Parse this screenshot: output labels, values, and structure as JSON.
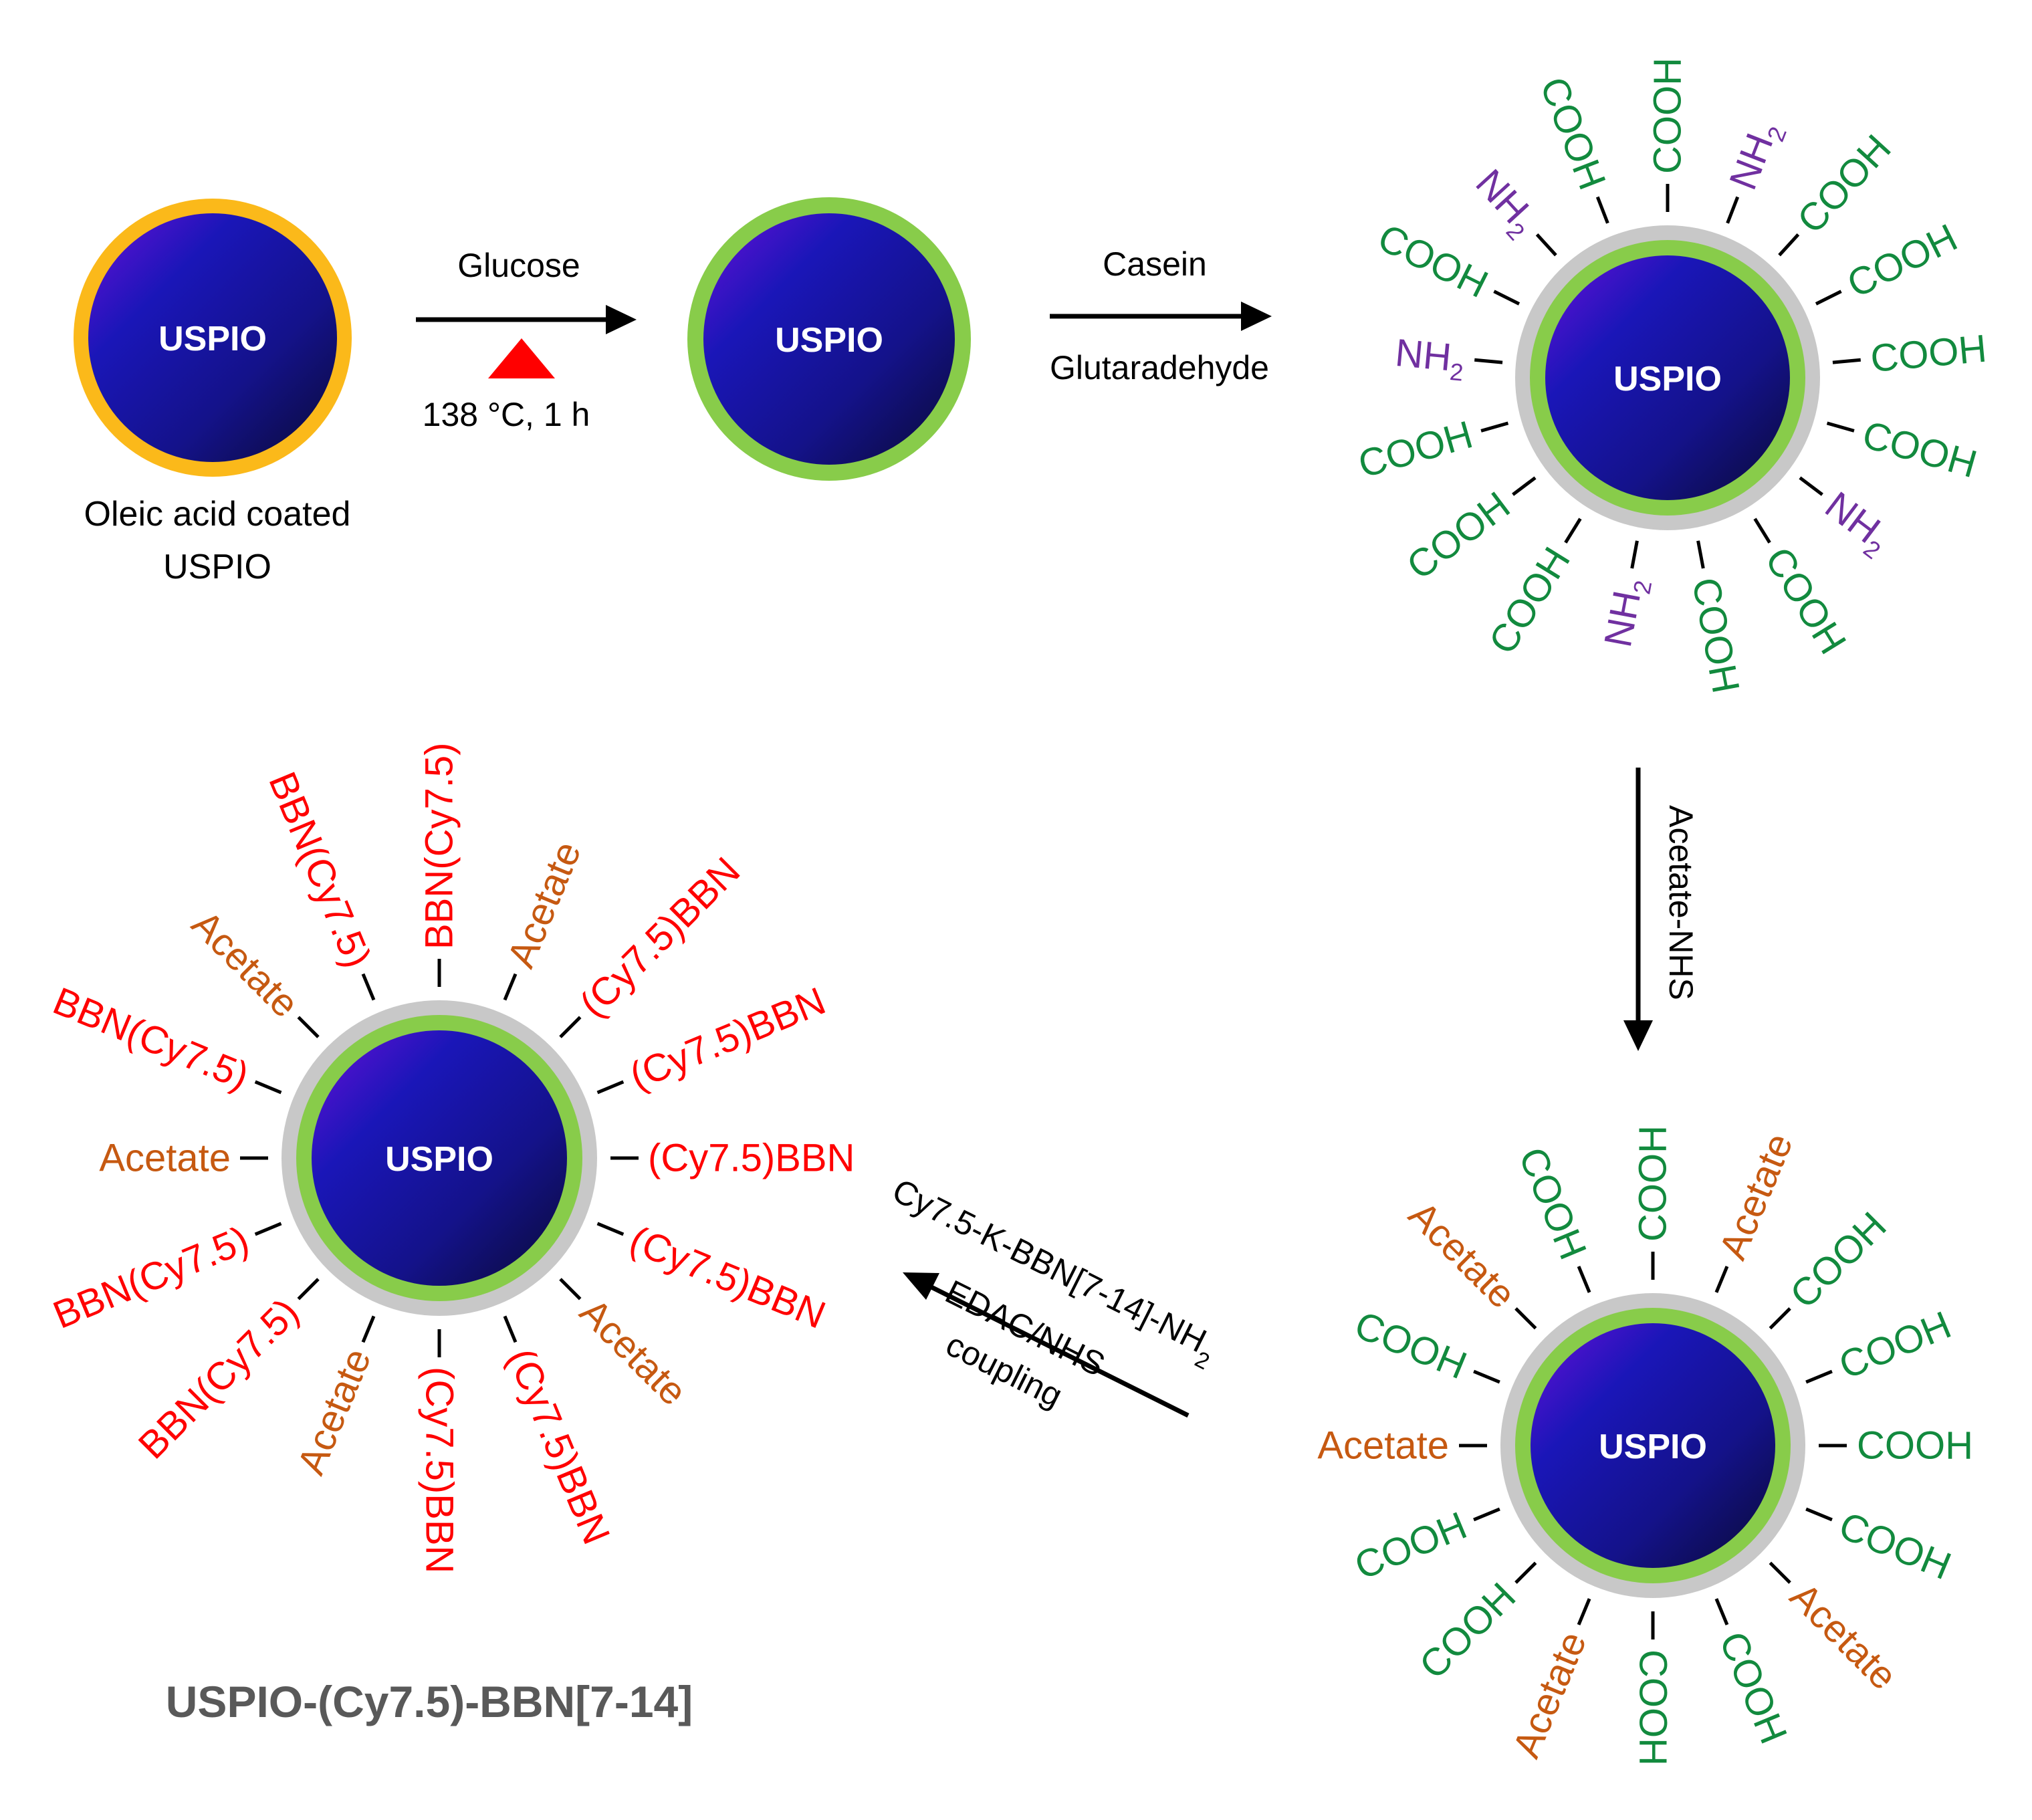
{
  "colors": {
    "core_light": "#6a0fd8",
    "core_mid": "#1a16b8",
    "core_dark": "#0a0a35",
    "oleic_shell": "#fbb91a",
    "glucose_shell": "#88cc4a",
    "casein_shell": "#c8c8c8",
    "arrow": "#000000",
    "heat_triangle": "#ff0000",
    "cooh": "#128a3e",
    "nh2": "#7030a0",
    "acetate": "#c65911",
    "bbn": "#ff0000",
    "title": "#595959"
  },
  "particles": {
    "oleic": {
      "core_label": "USPIO",
      "caption_line1": "Oleic acid coated",
      "caption_line2": "USPIO"
    },
    "glucose": {
      "core_label": "USPIO"
    },
    "casein": {
      "core_label": "USPIO",
      "ligands": [
        "COOH",
        "NH2",
        "COOH",
        "COOH",
        "COOH",
        "COOH",
        "NH2",
        "COOH",
        "COOH",
        "NH2",
        "COOH",
        "COOH",
        "COOH",
        "NH2",
        "COOH",
        "NH2",
        "COOH"
      ]
    },
    "acetate": {
      "core_label": "USPIO",
      "ligands": [
        "COOH",
        "Acetate",
        "COOH",
        "COOH",
        "COOH",
        "COOH",
        "Acetate",
        "COOH",
        "COOH",
        "Acetate",
        "COOH",
        "COOH",
        "Acetate",
        "COOH",
        "Acetate",
        "COOH"
      ]
    },
    "product": {
      "core_label": "USPIO",
      "title": "USPIO-(Cy7.5)-BBN[7-14]",
      "ligands": [
        "BBN(Cy7.5)",
        "Acetate",
        "(Cy7.5)BBN",
        "(Cy7.5)BBN",
        "(Cy7.5)BBN",
        "(Cy7.5)BBN",
        "Acetate",
        "(Cy7.5)BBN",
        "(Cy7.5)BBN",
        "Acetate",
        "BBN(Cy7.5)",
        "BBN(Cy7.5)",
        "Acetate",
        "BBN(Cy7.5)",
        "Acetate",
        "BBN(Cy7.5)"
      ]
    }
  },
  "steps": {
    "step1": {
      "top": "Glucose",
      "bottom": "138 °C, 1 h"
    },
    "step2": {
      "top": "Casein",
      "bottom": "Glutaradehyde"
    },
    "step3": {
      "label": "Acetate-NHS"
    },
    "step4": {
      "line1": "Cy7.5-K-BBN[7-14]-NH2",
      "line2": "EDAC/NHS",
      "line3": "coupling"
    }
  }
}
